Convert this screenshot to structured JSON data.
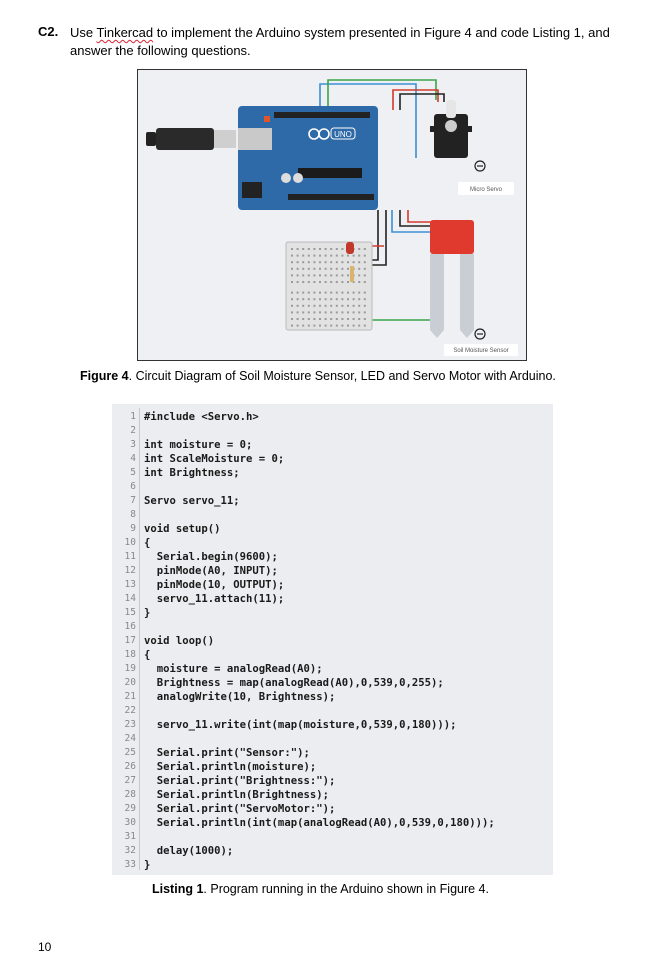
{
  "question": {
    "number": "C2.",
    "text_before": "Use ",
    "tinkercad": "Tinkercad",
    "text_after": " to implement the Arduino system presented in Figure 4 and code Listing 1, and answer the following questions."
  },
  "figure": {
    "board_brand": "UNO",
    "servo_label": "Micro Servo",
    "sensor_label": "Soil Moisture Sensor",
    "caption_label": "Figure 4",
    "caption_text": ". Circuit Diagram of Soil Moisture Sensor, LED and Servo Motor with Arduino."
  },
  "code_lines": [
    "#include <Servo.h>",
    "",
    "int moisture = 0;",
    "int ScaleMoisture = 0;",
    "int Brightness;",
    "",
    "Servo servo_11;",
    "",
    "void setup()",
    "{",
    "  Serial.begin(9600);",
    "  pinMode(A0, INPUT);",
    "  pinMode(10, OUTPUT);",
    "  servo_11.attach(11);",
    "}",
    "",
    "void loop()",
    "{",
    "  moisture = analogRead(A0);",
    "  Brightness = map(analogRead(A0),0,539,0,255);",
    "  analogWrite(10, Brightness);",
    "",
    "  servo_11.write(int(map(moisture,0,539,0,180)));",
    "",
    "  Serial.print(\"Sensor:\");",
    "  Serial.println(moisture);",
    "  Serial.print(\"Brightness:\");",
    "  Serial.println(Brightness);",
    "  Serial.print(\"ServoMotor:\");",
    "  Serial.println(int(map(analogRead(A0),0,539,0,180)));",
    "",
    "  delay(1000);",
    "}"
  ],
  "listing": {
    "caption_label": "Listing 1",
    "caption_text": ". Program running in the Arduino shown in Figure 4."
  },
  "page_number": "10",
  "colors": {
    "board": "#2f6aa8",
    "wire_red": "#d33a2c",
    "wire_green": "#3aa64a",
    "wire_blue": "#3a8fd6",
    "wire_black": "#222222",
    "sensor_red": "#e03a2e"
  }
}
